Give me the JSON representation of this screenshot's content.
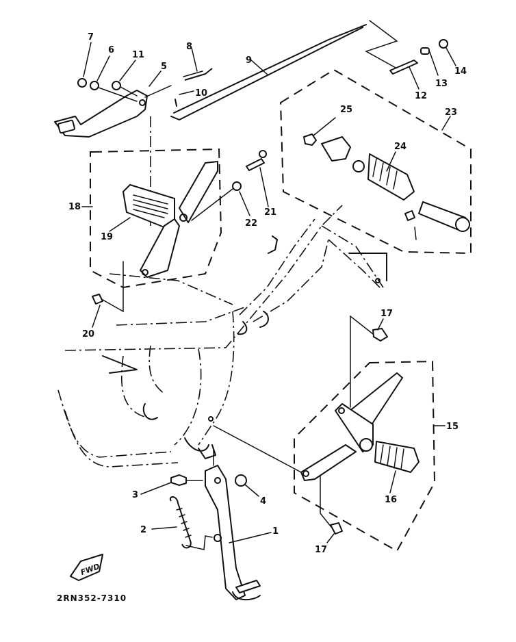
{
  "diagram": {
    "title": "Stand & Footrest exploded parts diagram",
    "drawing_code": "2RN352-7310",
    "direction_marker": "FWD",
    "callouts": [
      {
        "id": "1",
        "part": "side stand"
      },
      {
        "id": "2",
        "part": "stand spring"
      },
      {
        "id": "3",
        "part": "stand bolt"
      },
      {
        "id": "4",
        "part": "nut"
      },
      {
        "id": "5",
        "part": "brake pedal pin"
      },
      {
        "id": "6",
        "part": "washer"
      },
      {
        "id": "7",
        "part": "circlip"
      },
      {
        "id": "8",
        "part": "pedal return spring"
      },
      {
        "id": "9",
        "part": "brake rod"
      },
      {
        "id": "10",
        "part": "cotter pin"
      },
      {
        "id": "11",
        "part": "washer"
      },
      {
        "id": "12",
        "part": "rod spring"
      },
      {
        "id": "13",
        "part": "joint"
      },
      {
        "id": "14",
        "part": "adjusting nut"
      },
      {
        "id": "15",
        "part": "rear footrest assembly (left)"
      },
      {
        "id": "16",
        "part": "footrest"
      },
      {
        "id": "17",
        "part": "bolt"
      },
      {
        "id": "18",
        "part": "rear footrest assembly (right)"
      },
      {
        "id": "19",
        "part": "footrest"
      },
      {
        "id": "20",
        "part": "bolt"
      },
      {
        "id": "21",
        "part": "bolt"
      },
      {
        "id": "22",
        "part": "nut"
      },
      {
        "id": "23",
        "part": "front footrest assembly"
      },
      {
        "id": "24",
        "part": "footrest rubber"
      },
      {
        "id": "25",
        "part": "nut"
      }
    ]
  },
  "labels": {
    "l1": "1",
    "l2": "2",
    "l3": "3",
    "l4": "4",
    "l5": "5",
    "l6": "6",
    "l7": "7",
    "l8": "8",
    "l9": "9",
    "l10": "10",
    "l11": "11",
    "l12": "12",
    "l13": "13",
    "l14": "14",
    "l15": "15",
    "l16": "16",
    "l17a": "17",
    "l17b": "17",
    "l18": "18",
    "l19": "19",
    "l20": "20",
    "l21": "21",
    "l22": "22",
    "l23": "23",
    "l24": "24",
    "l25": "25"
  }
}
